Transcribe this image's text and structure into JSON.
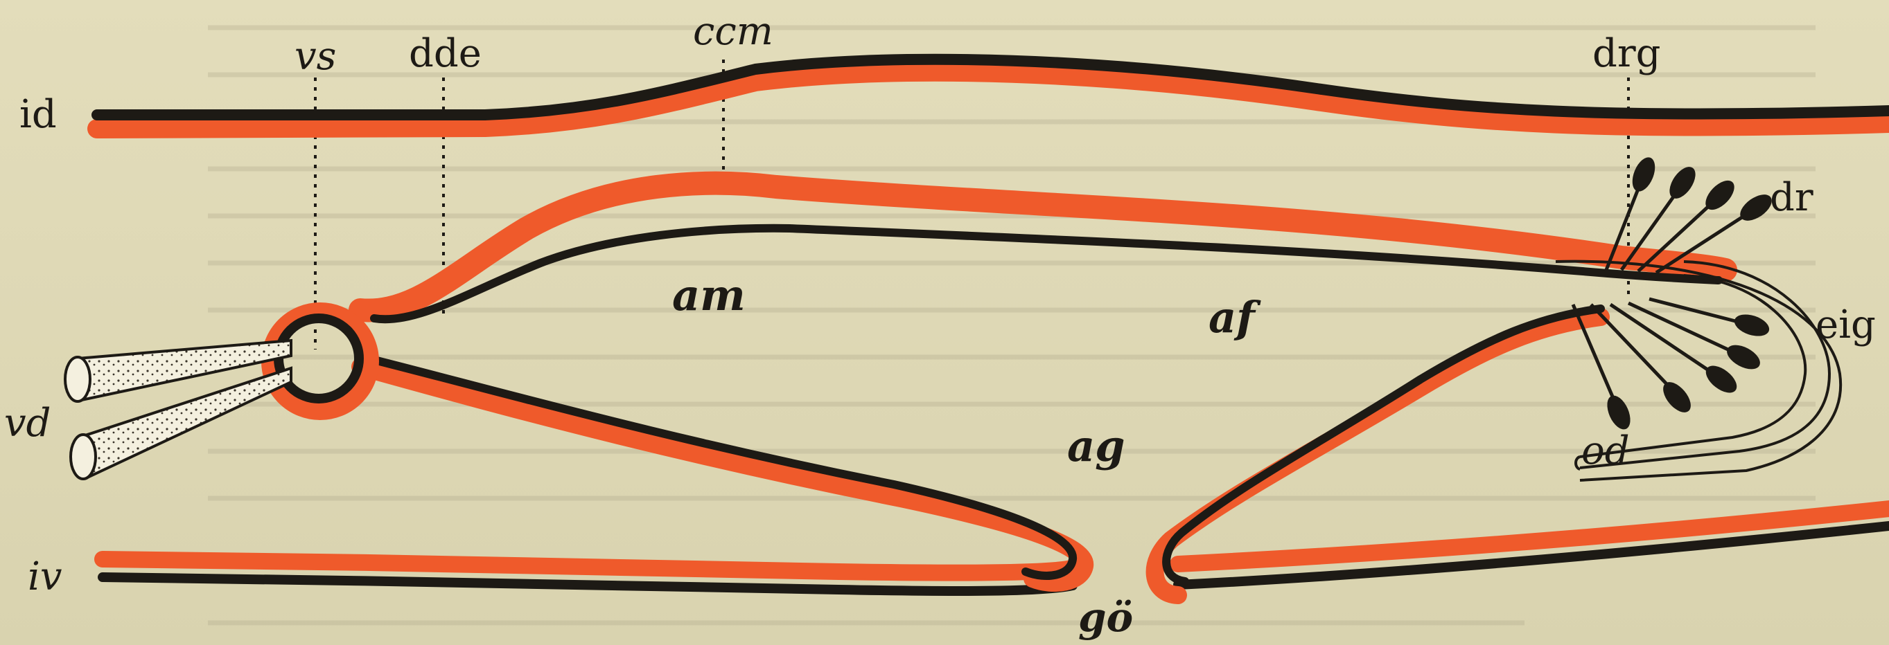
{
  "figure": {
    "labels": {
      "id": "id",
      "vs": "vs",
      "dde": "dde",
      "ccm": "ccm",
      "drg": "drg",
      "dr": "dr",
      "am": "am",
      "af": "af",
      "eig": "eig",
      "vd": "vd",
      "ag": "ag",
      "od": "od",
      "iv": "iv",
      "go": "gö"
    },
    "colors": {
      "paper": "#ddd7b4",
      "ink": "#1d1a15",
      "accent_red": "#ef5a2b"
    }
  }
}
